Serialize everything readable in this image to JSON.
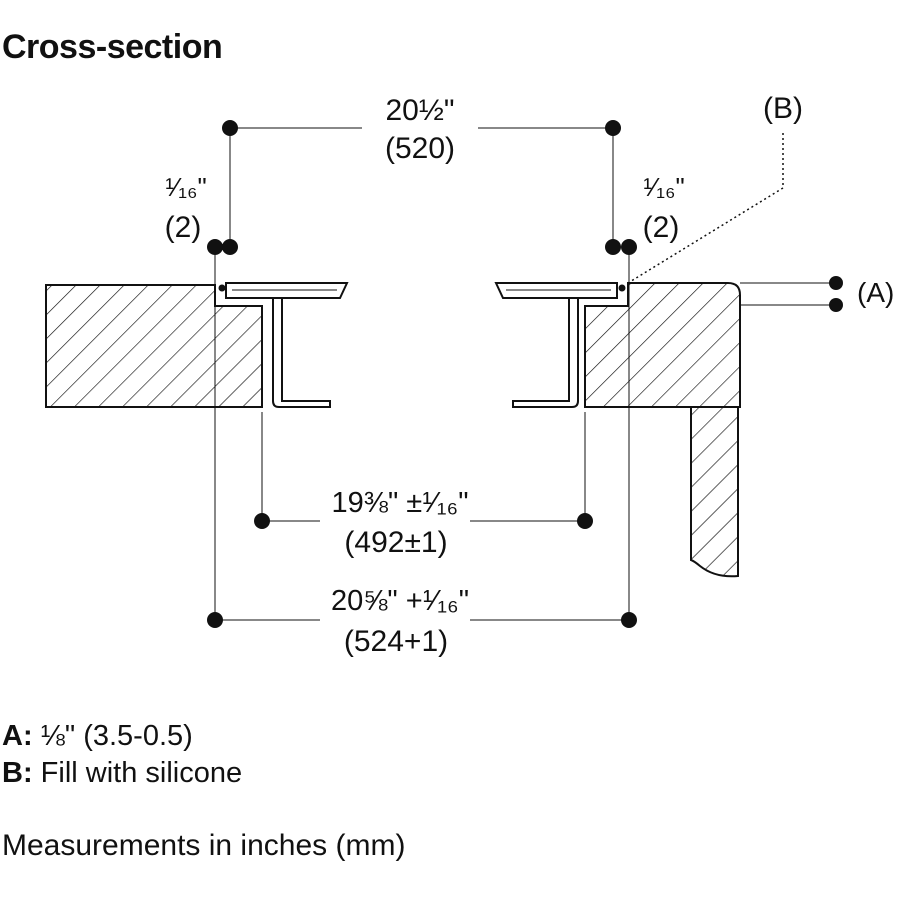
{
  "title": "Cross-section",
  "dimensions": {
    "top_width_in": "20½\"",
    "top_width_mm": "(520)",
    "left_gap_in": "¹⁄₁₆\"",
    "left_gap_mm": "(2)",
    "right_gap_in": "¹⁄₁₆\"",
    "right_gap_mm": "(2)",
    "inner_width_in": "19⅜\" ±¹⁄₁₆\"",
    "inner_width_mm": "(492±1)",
    "cutout_width_in": "20⅝\" +¹⁄₁₆\"",
    "cutout_width_mm": "(524+1)",
    "marker_a": "(A)",
    "marker_b": "(B)"
  },
  "legend": [
    {
      "key": "A:",
      "text": "⅛\" (3.5-0.5)"
    },
    {
      "key": "B:",
      "text": "Fill with silicone"
    }
  ],
  "note": "Measurements in inches (mm)"
}
